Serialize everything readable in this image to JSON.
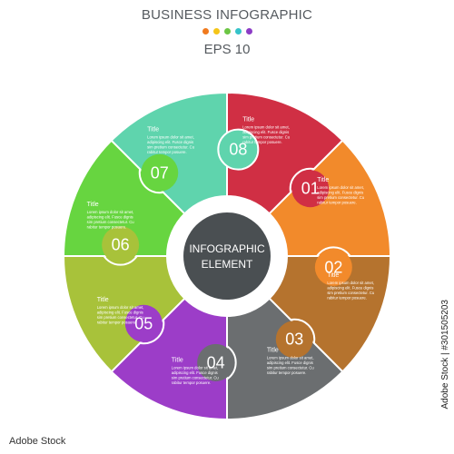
{
  "header": {
    "title": "BUSINESS INFOGRAPHIC",
    "subtitle": "EPS 10",
    "dot_colors": [
      "#f07a1e",
      "#f5c518",
      "#6cc644",
      "#35c3c9",
      "#8c3cc6"
    ]
  },
  "center": {
    "line1": "INFOGRAPHIC",
    "line2": "ELEMENT",
    "color": "#4a4f52"
  },
  "segments": [
    {
      "number": "01",
      "title": "Title",
      "body": [
        "Lorem ipsum dolor sit amet,",
        "adipiscing elit. Fusce dignis",
        "sim pretium consectetur. Cu",
        "rabitur tempor posuere."
      ],
      "color": "#d02f44"
    },
    {
      "number": "02",
      "title": "Title",
      "body": [
        "Lorem ipsum dolor sit amet,",
        "adipiscing elit. Fusce dignis",
        "sim pretium consectetur. Cu",
        "rabitur tempor posuere."
      ],
      "color": "#f28a2b"
    },
    {
      "number": "03",
      "title": "Title",
      "body": [
        "Lorem ipsum dolor sit amet,",
        "adipiscing elit. Fusce dignis",
        "sim pretium consectetur. Cu",
        "rabitur tempor posuere."
      ],
      "color": "#b5732e"
    },
    {
      "number": "04",
      "title": "Title",
      "body": [
        "Lorem ipsum dolor sit amet,",
        "adipiscing elit. Fusce dignis",
        "sim pretium consectetur. Cu",
        "rabitur tempor posuere."
      ],
      "color": "#6b6e70"
    },
    {
      "number": "05",
      "title": "Title",
      "body": [
        "Lorem ipsum dolor sit amet,",
        "adipiscing elit. Fusce dignis",
        "sim pretium consectetur. Cu",
        "rabitur tempor posuere."
      ],
      "color": "#9c3dc8"
    },
    {
      "number": "06",
      "title": "Title",
      "body": [
        "Lorem ipsum dolor sit amet,",
        "adipiscing elit. Fusce dignis",
        "sim pretium consectetur. Cu",
        "rabitur tempor posuere."
      ],
      "color": "#a8c23a"
    },
    {
      "number": "07",
      "title": "Title",
      "body": [
        "Lorem ipsum dolor sit amet,",
        "adipiscing elit. Fusce dignis",
        "sim pretium consectetur. Cu",
        "rabitur tempor posuere."
      ],
      "color": "#67d540"
    },
    {
      "number": "08",
      "title": "Title",
      "body": [
        "Lorem ipsum dolor sit amet,",
        "adipiscing elit. Fusce dignis",
        "sim pretium consectetur. Cu",
        "rabitur tempor posuere."
      ],
      "color": "#5fd4ad"
    }
  ],
  "watermark": {
    "stock_id": "Adobe Stock | #301505203",
    "logo_text": "Adobe Stock"
  }
}
